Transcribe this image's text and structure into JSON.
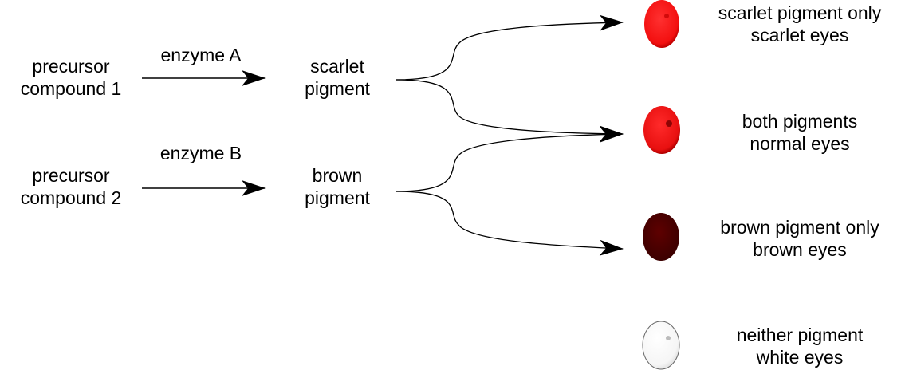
{
  "precursors": [
    {
      "line1": "precursor",
      "line2": "compound 1"
    },
    {
      "line1": "precursor",
      "line2": "compound 2"
    }
  ],
  "enzymes": [
    "enzyme A",
    "enzyme B"
  ],
  "pigments": [
    {
      "line1": "scarlet",
      "line2": "pigment"
    },
    {
      "line1": "brown",
      "line2": "pigment"
    }
  ],
  "outcomes": [
    {
      "line1": "scarlet pigment only",
      "line2": "scarlet eyes",
      "eye_color": "#ff1a1a",
      "eye_icon": "scarlet-eye-icon"
    },
    {
      "line1": "both pigments",
      "line2": "normal eyes",
      "eye_color": "#f01414",
      "eye_icon": "normal-eye-icon"
    },
    {
      "line1": "brown pigment only",
      "line2": "brown eyes",
      "eye_color": "#5a0000",
      "eye_icon": "brown-eye-icon"
    },
    {
      "line1": "neither pigment",
      "line2": "white eyes",
      "eye_color": "#f4f4f4",
      "eye_icon": "white-eye-icon"
    }
  ]
}
